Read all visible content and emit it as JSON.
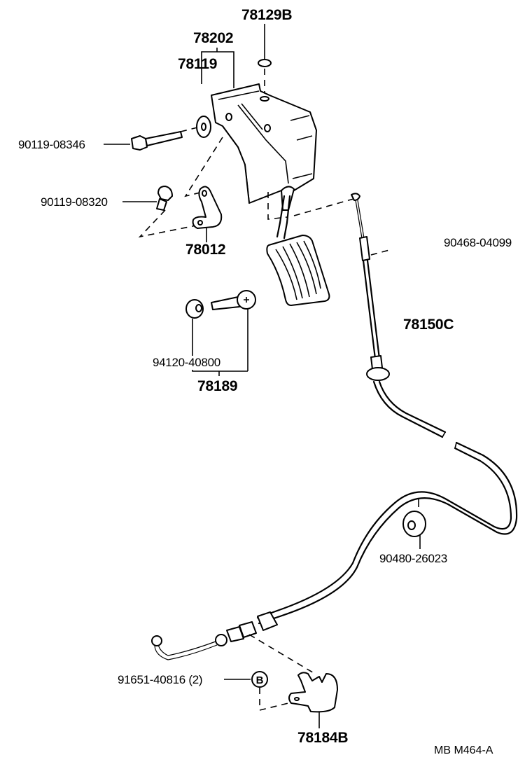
{
  "diagram": {
    "title_code": "MB  M464-A",
    "parts": [
      {
        "id": "78129B",
        "label": "78129B",
        "description": "plug / grommet"
      },
      {
        "id": "78202",
        "label": "78202",
        "description": "pedal bracket assembly"
      },
      {
        "id": "78119",
        "label": "78119",
        "description": "washer"
      },
      {
        "id": "90119-08346",
        "label": "90119-08346",
        "description": "bolt"
      },
      {
        "id": "90119-08320",
        "label": "90119-08320",
        "description": "bolt"
      },
      {
        "id": "78012",
        "label": "78012",
        "description": "bracket"
      },
      {
        "id": "90468-04099",
        "label": "90468-04099",
        "description": "clip"
      },
      {
        "id": "78150C",
        "label": "78150C",
        "description": "accelerator cable"
      },
      {
        "id": "94120-40800",
        "label": "94120-40800",
        "description": "nut"
      },
      {
        "id": "78189",
        "label": "78189",
        "description": "pedal stopper bolt"
      },
      {
        "id": "90480-26023",
        "label": "90480-26023",
        "description": "grommet"
      },
      {
        "id": "91651-40816",
        "label": "91651-40816 (2)",
        "description": "bolt, quantity 2",
        "callout": "B"
      },
      {
        "id": "78184B",
        "label": "78184B",
        "description": "cable bracket"
      }
    ]
  }
}
